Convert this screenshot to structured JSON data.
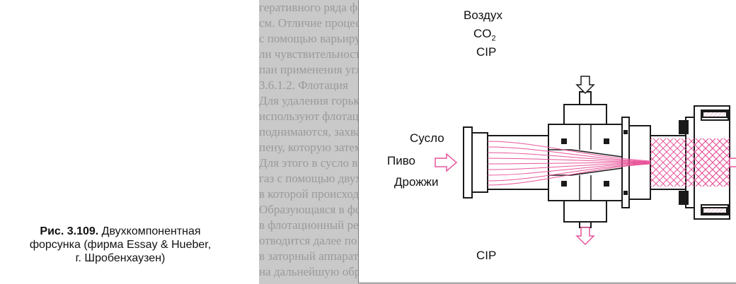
{
  "caption": {
    "prefix": "Рис. 3.109.",
    "rest_line1": "Двухкомпонентная",
    "line2": "форсунка (фирма Essay & Hueber,",
    "line3": "г. Шробенхаузен)"
  },
  "labels": {
    "top_1": "Воздух",
    "top_2_main": "CO",
    "top_2_sub": "2",
    "top_3": "CIP",
    "left_1": "Сусло",
    "left_2": "Пиво",
    "left_3": "Дрожжи",
    "bottom": "CIP"
  },
  "background_text": [
    "геративного ряда ферментов, жизнеспособность дрожжей и т. д.",
    "см. Отличие процессов в конце брожения можно объяснить",
    "с помощью варьируемого давления и количества газа в системе,",
    "ли чувствительность к нему дрожжей.",
    "пан применения углекислого газа, либо воздуха",
    "3.6.1.2. Флотация",
    "Для удаления горьких веществ и отделения дрожжей",
    "используют флотацию, в которой пузырьки газа",
    "поднимаются, захватывая частицы, и образуют",
    "пену, которую затем удаляют с поверхности.",
    "Для этого в сусло вводят тонко диспергированный",
    "газ с помощью двухкомпонентной форсунки,",
    "в которой происходит интенсивное перемешивание фаз.",
    "Образующаяся в форсунке смесь поступает",
    "в флотационный резервуар и",
    "отводится далее по трубопроводу",
    "в заторный аппарат",
    "на дальнейшую обработку"
  ],
  "colors": {
    "flow": "#e8559a",
    "flow_light": "#f3b1cf",
    "metal": "#1a1a1a"
  }
}
